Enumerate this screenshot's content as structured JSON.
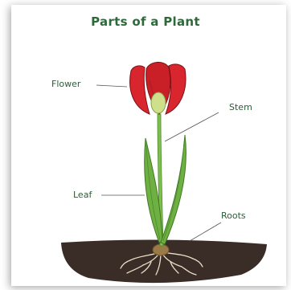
{
  "title": "Parts of a Plant",
  "labels": {
    "flower": "Flower",
    "stem": "Stem",
    "leaf": "Leaf",
    "roots": "Roots"
  },
  "colors": {
    "title": "#2c6a3b",
    "petal": "#d9262e",
    "petal_shadow": "#a81b22",
    "bud": "#cfe08a",
    "stem": "#7fbf4d",
    "leaf": "#6fb043",
    "leaf_dark": "#4e8a2e",
    "soil": "#3a2c26",
    "root": "#e9dfc7",
    "seed": "#9a7a46"
  }
}
